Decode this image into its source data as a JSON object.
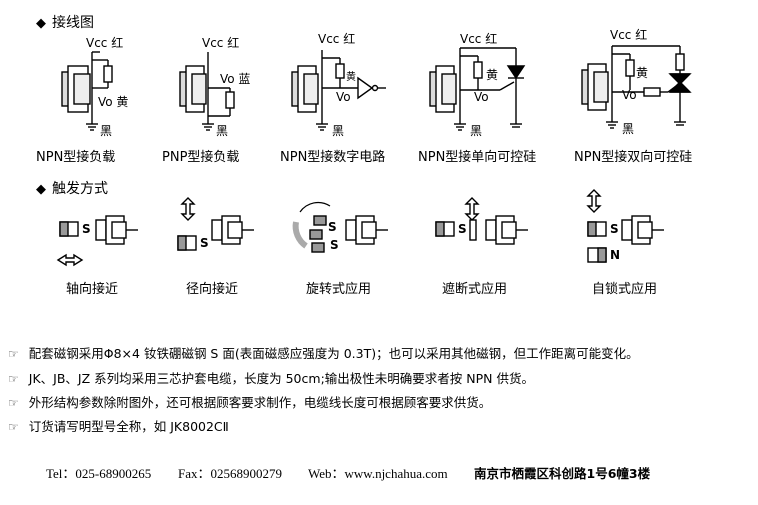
{
  "section1": {
    "bullet": "◆",
    "title": "接线图"
  },
  "wiring": [
    {
      "vcc": "Vcc 红",
      "vo": "Vo 黄",
      "gnd": "黑",
      "caption": "NPN型接负载"
    },
    {
      "vcc": "Vcc 红",
      "vo": "Vo 蓝",
      "gnd": "黑",
      "caption": "PNP型接负载"
    },
    {
      "vcc": "Vcc 红",
      "vo": "Vo",
      "extra": "黄",
      "gnd": "黑",
      "caption": "NPN型接数字电路"
    },
    {
      "vcc": "Vcc 红",
      "vo": "Vo",
      "extra": "黄",
      "gnd": "黑",
      "caption": "NPN型接单向可控硅"
    },
    {
      "vcc": "Vcc 红",
      "vo": "Vo",
      "extra": "黄",
      "gnd": "黑",
      "caption": "NPN型接双向可控硅"
    }
  ],
  "section2": {
    "bullet": "◆",
    "title": "触发方式"
  },
  "trigger": [
    {
      "caption": "轴向接近",
      "pole1": "S"
    },
    {
      "caption": "径向接近",
      "pole1": "S"
    },
    {
      "caption": "旋转式应用",
      "pole1": "S",
      "pole2": "S"
    },
    {
      "caption": "遮断式应用",
      "pole1": "S"
    },
    {
      "caption": "自锁式应用",
      "pole1": "S",
      "pole2": "N"
    }
  ],
  "notes": [
    {
      "icon": "☞",
      "text": "配套磁钢采用Φ8×4 钕铁硼磁钢 S 面(表面磁感应强度为 0.3T)；也可以采用其他磁钢，但工作距离可能变化。"
    },
    {
      "icon": "☞",
      "text": "JK、JB、JZ 系列均采用三芯护套电缆，长度为 50cm;输出极性未明确要求者按 NPN 供货。"
    },
    {
      "icon": "☞",
      "text": "外形结构参数除附图外，还可根据顾客要求制作，电缆线长度可根据顾客要求供货。"
    },
    {
      "icon": "☞",
      "text": "订货请写明型号全称，如 JK8002CⅡ"
    }
  ],
  "footer": {
    "tel": "Tel：025-68900265",
    "fax": "Fax：02568900279",
    "web": "Web：www.njchahua.com",
    "address": "南京市栖霞区科创路1号6幢3楼"
  }
}
